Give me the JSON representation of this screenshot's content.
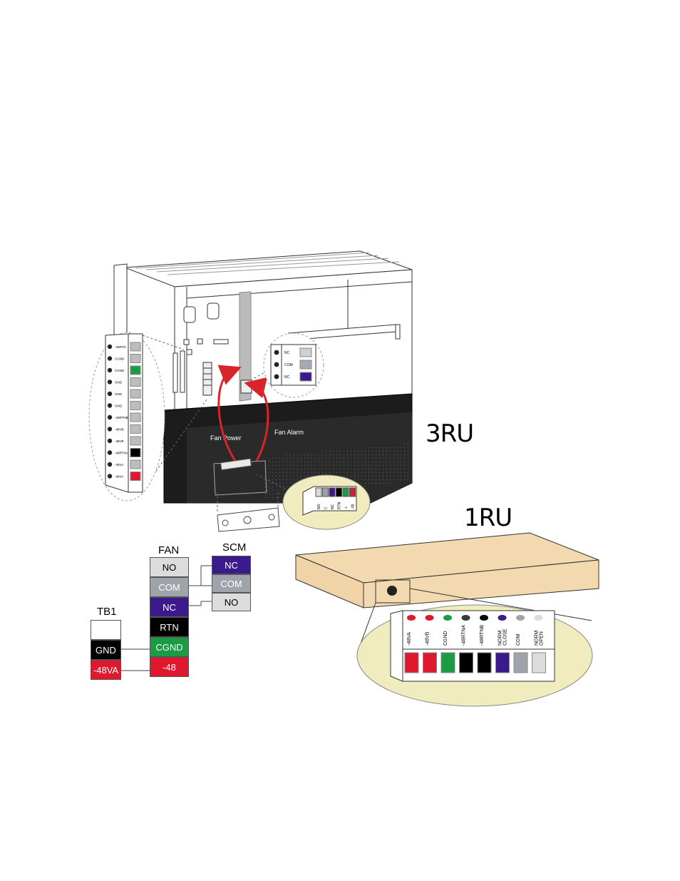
{
  "labels": {
    "ru3": "3RU",
    "ru1": "1RU",
    "fan_power": "Fan Power",
    "fan_alarm": "Fan Alarm"
  },
  "left_callout": {
    "terminals": [
      {
        "label": "-48RTN",
        "color": "#bdbdbd"
      },
      {
        "label": "CGND",
        "color": "#bdbdbd"
      },
      {
        "label": "CGND",
        "color": "#1c9b45"
      },
      {
        "label": "GND",
        "color": "#bdbdbd"
      },
      {
        "label": "GND",
        "color": "#bdbdbd"
      },
      {
        "label": "GND",
        "color": "#bdbdbd"
      },
      {
        "label": "-48RTNB",
        "color": "#bdbdbd"
      },
      {
        "label": "-48VB",
        "color": "#bdbdbd"
      },
      {
        "label": "-48VB",
        "color": "#bdbdbd"
      },
      {
        "label": "-48RTNA",
        "color": "#000000"
      },
      {
        "label": "-48VA",
        "color": "#bdbdbd"
      },
      {
        "label": "-48VA",
        "color": "#e0182d"
      }
    ]
  },
  "alarm_callout": {
    "terminals": [
      {
        "label": "NC",
        "color": "#cfcfcf"
      },
      {
        "label": "COM",
        "color": "#a3aab2"
      },
      {
        "label": "NC",
        "color": "#3b1a8c"
      }
    ]
  },
  "connector_callout": {
    "terminals": [
      {
        "label": "NO",
        "color": "#d9d9d9"
      },
      {
        "label": "C",
        "color": "#9aa1a8"
      },
      {
        "label": "NC",
        "color": "#3b1a8c"
      },
      {
        "label": "RTN",
        "color": "#000000"
      },
      {
        "label": "⏚",
        "color": "#1c9b45"
      },
      {
        "label": "-48",
        "color": "#e0182d"
      }
    ]
  },
  "fan": {
    "header": "FAN",
    "rows": [
      {
        "label": "NO",
        "bg": "#dcdcdc",
        "fg": "#000000"
      },
      {
        "label": "COM",
        "bg": "#9ea4aa",
        "fg": "#ffffff"
      },
      {
        "label": "NC",
        "bg": "#3b1a8c",
        "fg": "#ffffff"
      },
      {
        "label": "RTN",
        "bg": "#000000",
        "fg": "#ffffff"
      },
      {
        "label": "CGND",
        "bg": "#1c9b45",
        "fg": "#ffffff"
      },
      {
        "label": "-48",
        "bg": "#e0182d",
        "fg": "#ffffff"
      }
    ]
  },
  "scm": {
    "header": "SCM",
    "rows": [
      {
        "label": "NC",
        "bg": "#3b1a8c",
        "fg": "#ffffff"
      },
      {
        "label": "COM",
        "bg": "#9ea4aa",
        "fg": "#ffffff"
      },
      {
        "label": "NO",
        "bg": "#dcdcdc",
        "fg": "#000000"
      }
    ]
  },
  "tb1": {
    "header": "TB1",
    "rows": [
      {
        "label": "",
        "bg": "#ffffff",
        "fg": "#000000"
      },
      {
        "label": "GND",
        "bg": "#000000",
        "fg": "#ffffff"
      },
      {
        "label": "-48VA",
        "bg": "#e0182d",
        "fg": "#ffffff"
      }
    ]
  },
  "ru1_terminals": [
    {
      "label": "-48VA",
      "color": "#e0182d",
      "dot": "#e0182d"
    },
    {
      "label": "-48VB",
      "color": "#e0182d",
      "dot": "#e0182d"
    },
    {
      "label": "CGND",
      "color": "#1c9b45",
      "dot": "#1c9b45"
    },
    {
      "label": "-48RTNA",
      "color": "#000000",
      "dot": "#3a3a3a"
    },
    {
      "label": "-48RTNB",
      "color": "#000000",
      "dot": "#000000"
    },
    {
      "label": "NORM CLOSE",
      "color": "#3b1a8c",
      "dot": "#3b1a8c"
    },
    {
      "label": "COM",
      "color": "#9ea4aa",
      "dot": "#9ea4aa"
    },
    {
      "label": "NORM OPEN",
      "color": "#dcdcdc",
      "dot": "#dcdcdc"
    }
  ]
}
